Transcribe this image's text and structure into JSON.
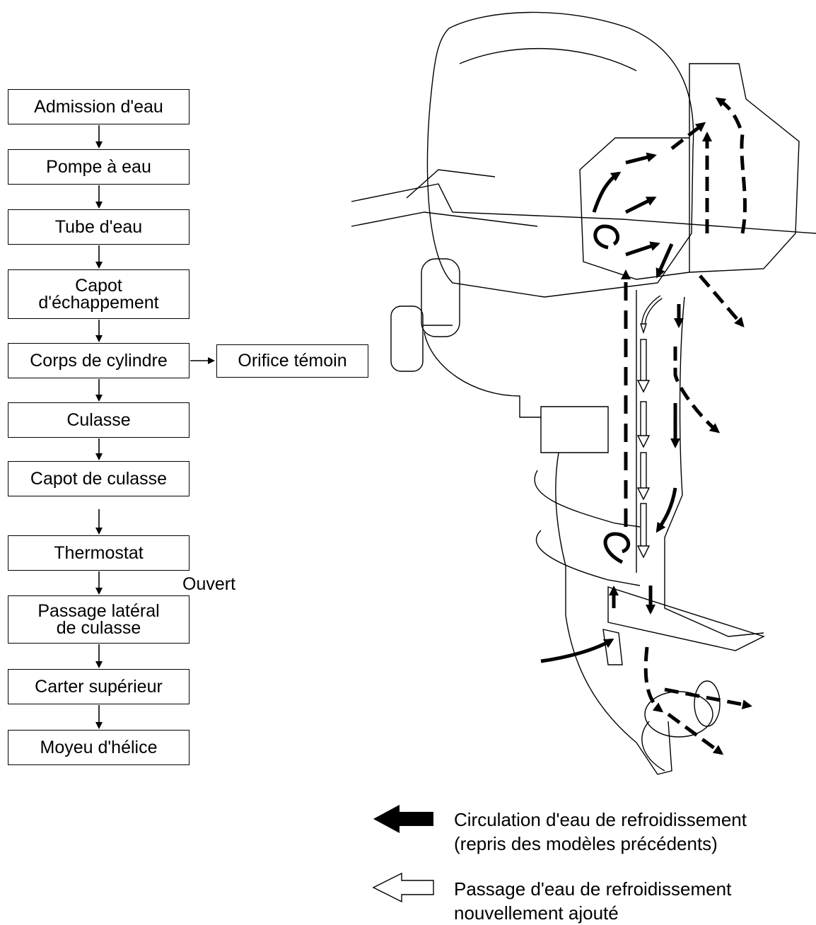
{
  "flow": {
    "steps": [
      {
        "line1": "Admission d'eau",
        "line2": ""
      },
      {
        "line1": "Pompe à eau",
        "line2": ""
      },
      {
        "line1": "Tube d'eau",
        "line2": ""
      },
      {
        "line1": "Capot",
        "line2": "d'échappement"
      },
      {
        "line1": "Corps de cylindre",
        "line2": ""
      },
      {
        "line1": "Culasse",
        "line2": ""
      },
      {
        "line1": "Capot de culasse",
        "line2": ""
      },
      {
        "line1": "Thermostat",
        "line2": ""
      },
      {
        "line1": "Passage latéral",
        "line2": "de culasse"
      },
      {
        "line1": "Carter supérieur",
        "line2": ""
      },
      {
        "line1": "Moyeu d'hélice",
        "line2": ""
      }
    ],
    "side_box": "Orifice témoin",
    "open_label": "Ouvert"
  },
  "legend": {
    "solid_line1": "Circulation d'eau de refroidissement",
    "solid_line2": "(repris des modèles précédents)",
    "hollow_line1": "Passage d'eau de refroidissement",
    "hollow_line2": "nouvellement ajouté"
  },
  "colors": {
    "ink": "#000000",
    "paper": "#ffffff"
  }
}
